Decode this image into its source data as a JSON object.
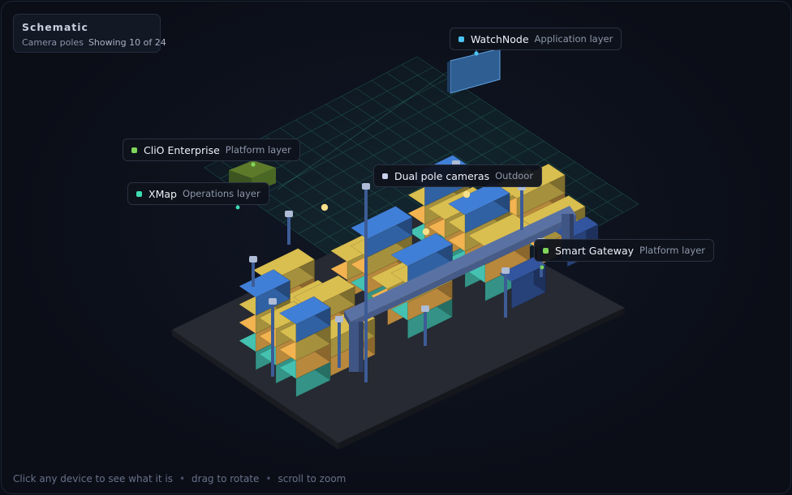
{
  "panel": {
    "title": "Schematic",
    "subtitle": "Camera poles",
    "count": "Showing 10 of 24"
  },
  "labels": [
    {
      "id": "watchnode",
      "name": "WatchNode",
      "layer": "Application layer",
      "color": "#4cc3f0"
    },
    {
      "id": "clio",
      "name": "CliO Enterprise",
      "layer": "Platform layer",
      "color": "#7fd65a"
    },
    {
      "id": "xmap",
      "name": "XMap",
      "layer": "Operations layer",
      "color": "#3fdcb4"
    },
    {
      "id": "dualpole",
      "name": "Dual pole cameras",
      "layer": "Outdoor",
      "color": "#c9d2ea"
    },
    {
      "id": "gateway",
      "name": "Smart Gateway",
      "layer": "Platform layer",
      "color": "#7fd65a"
    }
  ],
  "hint": {
    "click": "Click any device to see what it is",
    "drag": "drag to rotate",
    "scroll": "scroll to zoom",
    "separator": "•"
  },
  "palette": {
    "background": "#0b0e17",
    "grid": "#1f6f5c",
    "ground": "#2a2d36",
    "gantry": "#4d6491",
    "container_colors": [
      "#e0a64a",
      "#d9645a",
      "#3b76c7",
      "#3fb3a3",
      "#a45bc6",
      "#c9b04a",
      "#e07c52",
      "#7ed3b8"
    ]
  }
}
